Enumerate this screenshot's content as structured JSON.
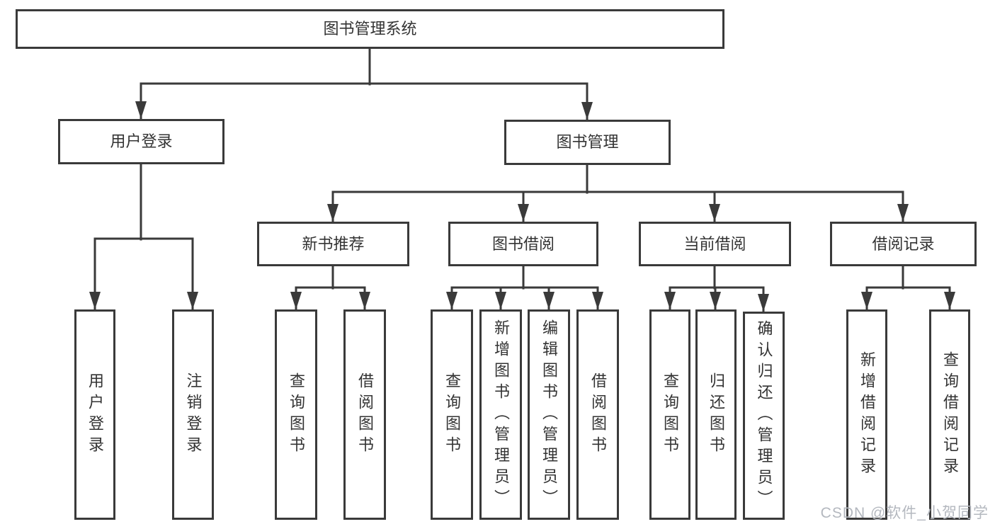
{
  "tree": {
    "root": {
      "label": "图书管理系统",
      "children": [
        {
          "label": "用户登录",
          "children": [
            {
              "label": "用户登录"
            },
            {
              "label": "注销登录"
            }
          ]
        },
        {
          "label": "图书管理",
          "children": [
            {
              "label": "新书推荐",
              "children": [
                {
                  "label": "查询图书"
                },
                {
                  "label": "借阅图书"
                }
              ]
            },
            {
              "label": "图书借阅",
              "children": [
                {
                  "label": "查询图书"
                },
                {
                  "label": "新增图书（管理员）"
                },
                {
                  "label": "编辑图书（管理员）"
                },
                {
                  "label": "借阅图书"
                }
              ]
            },
            {
              "label": "当前借阅",
              "children": [
                {
                  "label": "查询图书"
                },
                {
                  "label": "归还图书"
                },
                {
                  "label": "确认归还（管理员）"
                }
              ]
            },
            {
              "label": "借阅记录",
              "children": [
                {
                  "label": "新增借阅记录"
                },
                {
                  "label": "查询借阅记录"
                }
              ]
            }
          ]
        }
      ]
    }
  },
  "watermark": {
    "text": "CSDN @软件_小贺同学"
  },
  "colors": {
    "line": "#3a3a3a",
    "box_border": "#3a3a3a",
    "text": "#333333",
    "background": "#ffffff",
    "watermark": "#b4b8bf"
  }
}
